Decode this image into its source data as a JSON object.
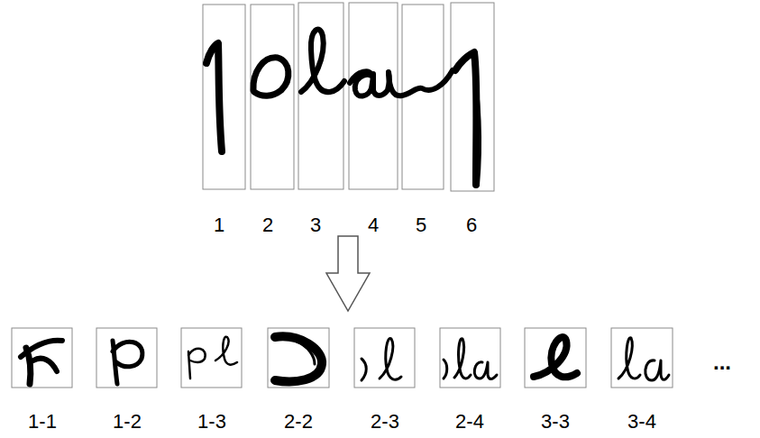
{
  "diagram": {
    "labels": [
      "1",
      "2",
      "3",
      "4",
      "5",
      "6",
      "1-1",
      "1-2",
      "1-3",
      "2-2",
      "2-3",
      "2-4",
      "3-3",
      "3-4",
      "..."
    ]
  }
}
